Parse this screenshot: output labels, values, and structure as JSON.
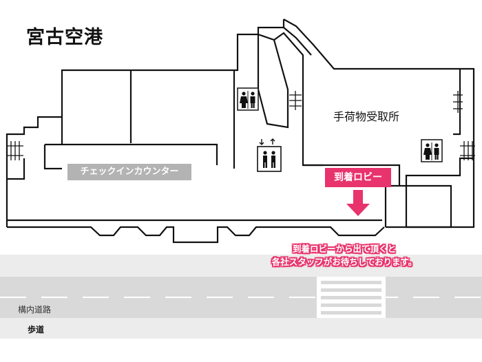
{
  "title": "宮古空港",
  "areas": {
    "baggage_claim": "手荷物受取所",
    "checkin_counter": "チェックインカウンター",
    "arrival_lobby": "到着ロビー"
  },
  "notice": {
    "line1": "到着ロビーから出て頂くと",
    "line2": "各社スタッフがお待ちしております。"
  },
  "road": {
    "service_road": "構内道路",
    "sidewalk": "歩道"
  },
  "colors": {
    "accent": "#e8336d",
    "checkin_tag": "#b3b3b3",
    "road": "#d9d9d9",
    "sidewalk": "#ececec"
  },
  "icons": [
    "restroom-icon",
    "elevator-icon",
    "arrow-down-icon",
    "stairs-icon"
  ]
}
